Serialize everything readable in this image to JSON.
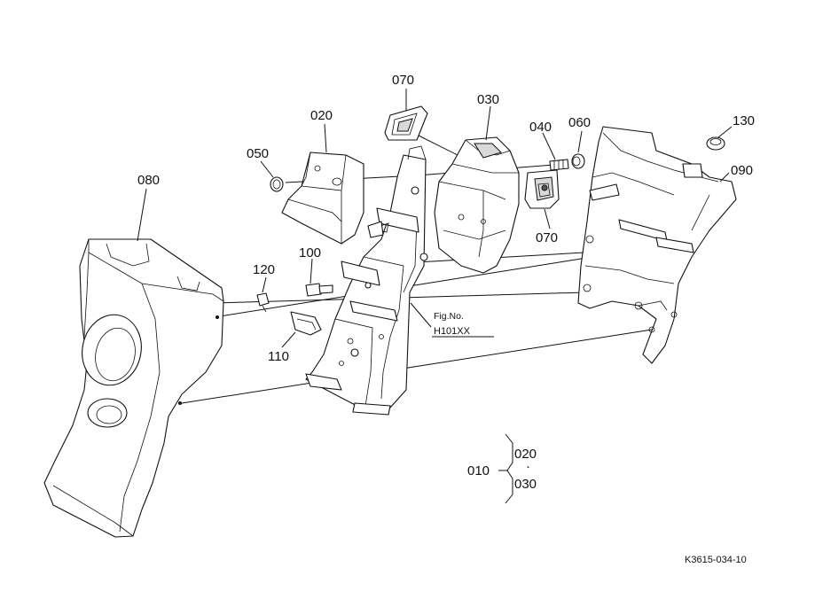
{
  "callouts": {
    "c070a": "070",
    "c030": "030",
    "c020": "020",
    "c040": "040",
    "c060": "060",
    "c130": "130",
    "c050": "050",
    "c090": "090",
    "c080": "080",
    "c070b": "070",
    "c100": "100",
    "c120": "120",
    "c110": "110"
  },
  "fig_ref": {
    "label": "Fig.No.",
    "number": "H101XX"
  },
  "assembly": {
    "parent": "010",
    "child_a": "020",
    "child_b": "030",
    "separator": "·"
  },
  "drawing_number": "K3615-034-10"
}
